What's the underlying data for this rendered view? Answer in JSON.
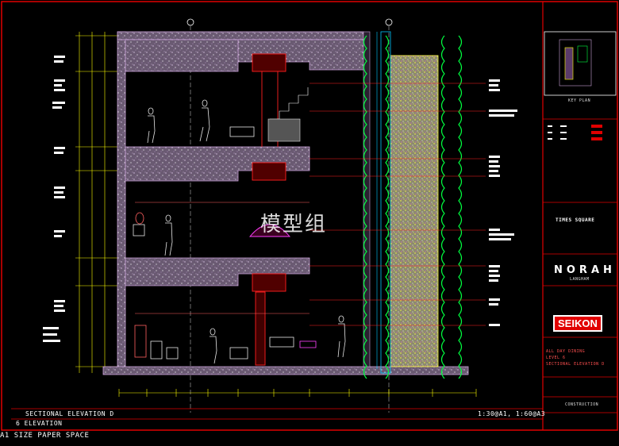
{
  "drawing": {
    "title": "SECTIONAL ELEVATION D",
    "subtitle": "6 ELEVATION",
    "scale": "1:30@A1, 1:60@A3",
    "space": "A1 SIZE PAPER SPACE",
    "watermark": "模型组"
  },
  "title_block": {
    "key_plan_label": "KEY PLAN",
    "project": "TIMES SQUARE",
    "client_logo": "NORAH",
    "client_sub": "LANGHAM",
    "designer_logo": "SEIKON",
    "sheet_desc": [
      "ALL DAY DINING",
      "LEVEL 6",
      "SECTIONAL ELEVATION D"
    ],
    "status": "CONSTRUCTION"
  },
  "colors": {
    "frame": "#e00000",
    "structure": "#c8a0d8",
    "dims": "#ffff00",
    "leaders": "#ff2020",
    "planting": "#00ff40",
    "text": "#ffffff"
  }
}
